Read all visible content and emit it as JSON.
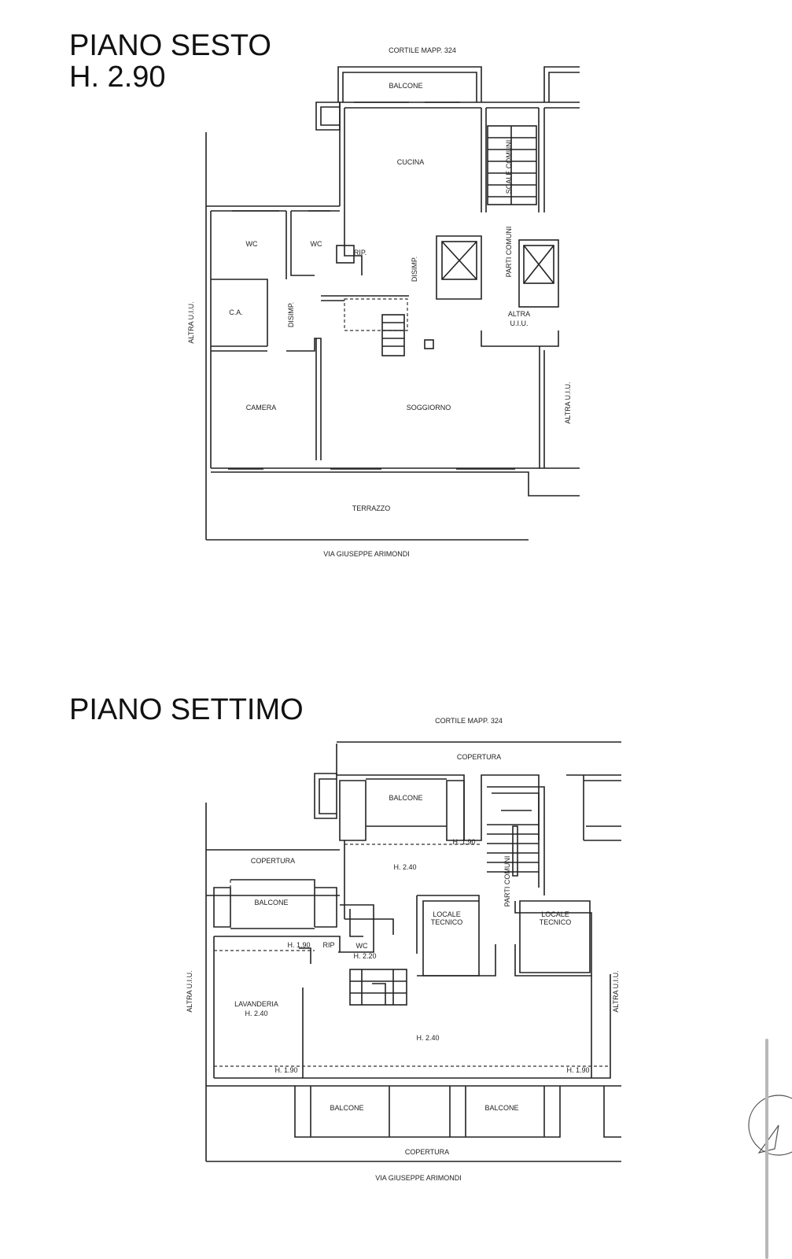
{
  "floor6": {
    "title_line1": "PIANO SESTO",
    "title_line2": "H. 2.90",
    "labels": {
      "cortile": "CORTILE MAPP. 324",
      "balcone": "BALCONE",
      "cucina": "CUCINA",
      "scale_comuni": "SCALE COMUNI",
      "wc1": "WC",
      "wc2": "WC",
      "rip": "RIP.",
      "disimp1": "DISIMP.",
      "disimp2": "DISIMP.",
      "parti_comuni": "PARTI COMUNI",
      "ca": "C.A.",
      "altra_uiu_center_1": "ALTRA",
      "altra_uiu_center_2": "U.I.U.",
      "altra_uiu_left": "ALTRA U.I.U.",
      "altra_uiu_right": "ALTRA U.I.U.",
      "camera": "CAMERA",
      "soggiorno": "SOGGIORNO",
      "terrazzo": "TERRAZZO",
      "street": "VIA GIUSEPPE ARIMONDI"
    }
  },
  "floor7": {
    "title": "PIANO SETTIMO",
    "labels": {
      "cortile": "CORTILE MAPP. 324",
      "copertura_top": "COPERTURA",
      "balcone_top": "BALCONE",
      "h190_top": "H. 1.90",
      "h240_top": "H. 2.40",
      "copertura_left": "COPERTURA",
      "balcone_left": "BALCONE",
      "wc": "WC",
      "wc_h": "H. 2.20",
      "rip": "RIP",
      "h190_left": "H. 1.90",
      "locale_tecnico_1a": "LOCALE",
      "locale_tecnico_1b": "TECNICO",
      "locale_tecnico_2a": "LOCALE",
      "locale_tecnico_2b": "TECNICO",
      "parti_comuni": "PARTI COMUNI",
      "lavanderia": "LAVANDERIA",
      "lavanderia_h": "H. 2.40",
      "h240_main": "H. 2.40",
      "h190_bl": "H. 1.90",
      "h190_br": "H. 1.90",
      "balcone_b1": "BALCONE",
      "balcone_b2": "BALCONE",
      "copertura_bottom": "COPERTURA",
      "altra_uiu_left": "ALTRA U.I.U.",
      "altra_uiu_right": "ALTRA U.I.U.",
      "street": "VIA GIUSEPPE ARIMONDI"
    }
  }
}
